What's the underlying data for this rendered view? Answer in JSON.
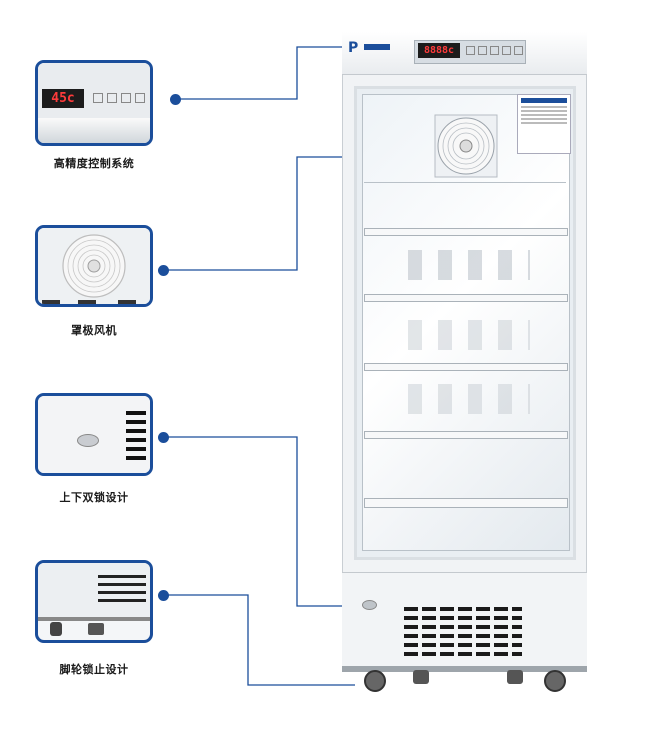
{
  "features": [
    {
      "caption": "高精度控制系统",
      "display": "45c",
      "icon": "control-panel"
    },
    {
      "caption": "罩极风机",
      "icon": "fan"
    },
    {
      "caption": "上下双锁设计",
      "icon": "lock"
    },
    {
      "caption": "脚轮锁止设计",
      "icon": "caster-wheel"
    }
  ],
  "fridge": {
    "display": "8888c",
    "brand_mark": "P",
    "colors": {
      "accent": "#1b4e9b",
      "display_red": "#ff3b3b",
      "cabinet": "#f1f3f5"
    }
  }
}
